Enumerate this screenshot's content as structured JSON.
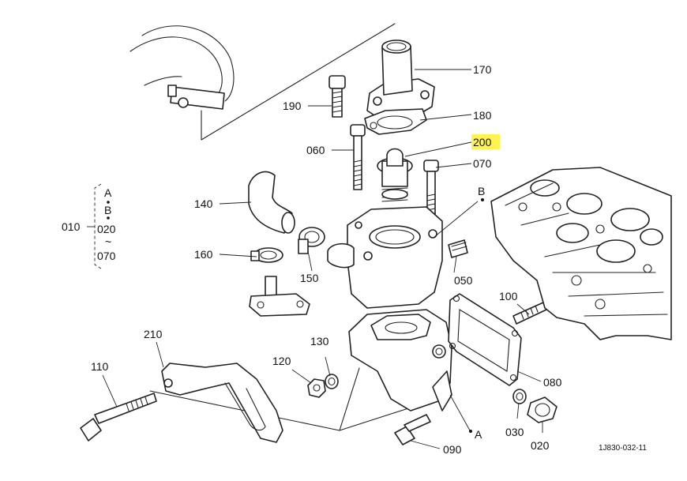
{
  "callouts": {
    "c170": "170",
    "c180": "180",
    "c190": "190",
    "c200": "200",
    "c060": "060",
    "c070": "070",
    "c140": "140",
    "c160": "160",
    "c150": "150",
    "c050": "050",
    "c010": "010",
    "c020": "020",
    "c070b": "070",
    "c100": "100",
    "c080": "080",
    "c130": "130",
    "c120": "120",
    "c210": "210",
    "c110": "110",
    "c030": "030",
    "c020b": "020",
    "c090": "090"
  },
  "markers": {
    "a_top": "A",
    "b_top": "B",
    "b_right": "B",
    "a_bottom": "A",
    "tilde": "~"
  },
  "highlight": {
    "part": "200",
    "color": "#fff44f"
  },
  "diagram_id": "1J830-032-11"
}
